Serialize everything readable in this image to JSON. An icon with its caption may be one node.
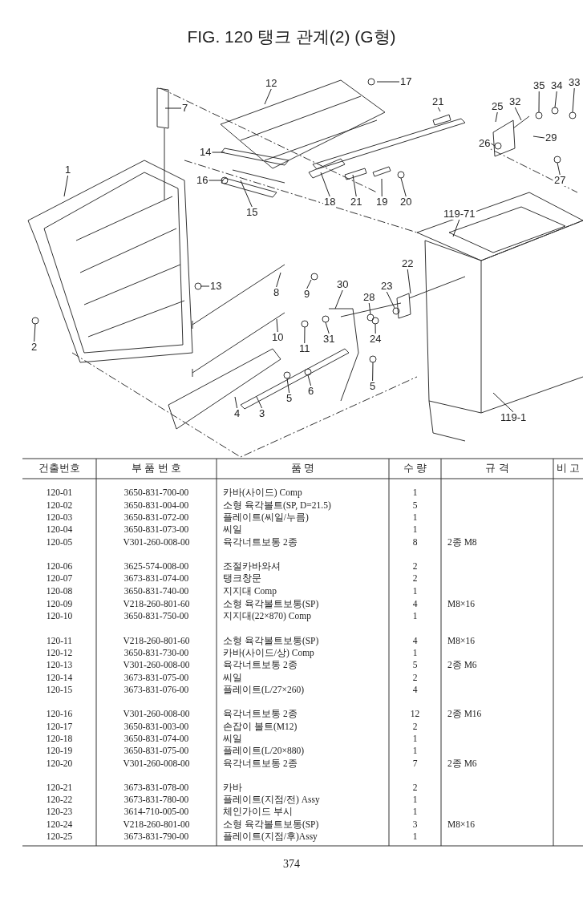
{
  "diagram": {
    "title": "FIG. 120 탱크 관계(2) (G형)",
    "nodes": [
      {
        "text": [
          "7"
        ]
      },
      {
        "text": [
          "12"
        ]
      },
      {
        "text": [
          "17"
        ]
      },
      {
        "text": [
          "21"
        ]
      },
      {
        "text": [
          "33"
        ]
      },
      {
        "text": [
          "34"
        ]
      },
      {
        "text": [
          "35"
        ]
      },
      {
        "text": [
          "25"
        ]
      },
      {
        "text": [
          "32"
        ]
      },
      {
        "text": [
          "26"
        ]
      },
      {
        "text": [
          "29"
        ]
      },
      {
        "text": [
          "1"
        ]
      },
      {
        "text": [
          "14"
        ]
      },
      {
        "text": [
          "16"
        ]
      },
      {
        "text": [
          "15"
        ]
      },
      {
        "text": [
          "18"
        ]
      },
      {
        "text": [
          "21"
        ]
      },
      {
        "text": [
          "19"
        ]
      },
      {
        "text": [
          "20"
        ]
      },
      {
        "text": [
          "27"
        ]
      },
      {
        "text": [
          "119-71"
        ]
      },
      {
        "text": [
          "22"
        ]
      },
      {
        "text": [
          "13"
        ]
      },
      {
        "text": [
          "8"
        ]
      },
      {
        "text": [
          "30"
        ]
      },
      {
        "text": [
          "9"
        ]
      },
      {
        "text": [
          "28"
        ]
      },
      {
        "text": [
          "23"
        ]
      },
      {
        "text": [
          "2"
        ]
      },
      {
        "text": [
          "10"
        ]
      },
      {
        "text": [
          "31"
        ]
      },
      {
        "text": [
          "11"
        ]
      },
      {
        "text": [
          "24"
        ]
      },
      {
        "text": [
          "5"
        ]
      },
      {
        "text": [
          "6"
        ]
      },
      {
        "text": [
          "5"
        ]
      },
      {
        "text": [
          "4"
        ]
      },
      {
        "text": [
          "3"
        ]
      },
      {
        "text": [
          "119-1"
        ]
      }
    ],
    "edges": [
      {
        "from": 0,
        "to": null,
        "arrow": "none"
      },
      {
        "from": 1,
        "to": null,
        "arrow": "none"
      },
      {
        "from": 2,
        "to": null,
        "arrow": "none"
      },
      {
        "from": 3,
        "to": null,
        "arrow": "none"
      },
      {
        "from": 4,
        "to": null,
        "arrow": "none"
      },
      {
        "from": 5,
        "to": null,
        "arrow": "none"
      },
      {
        "from": 6,
        "to": null,
        "arrow": "none"
      },
      {
        "from": 7,
        "to": null,
        "arrow": "none"
      },
      {
        "from": 8,
        "to": null,
        "arrow": "none"
      },
      {
        "from": 9,
        "to": null,
        "arrow": "none"
      },
      {
        "from": 10,
        "to": null,
        "arrow": "none"
      },
      {
        "from": 11,
        "to": null,
        "arrow": "none"
      },
      {
        "from": 12,
        "to": null,
        "arrow": "none"
      },
      {
        "from": 13,
        "to": null,
        "arrow": "none"
      },
      {
        "from": 14,
        "to": null,
        "arrow": "none"
      },
      {
        "from": 15,
        "to": null,
        "arrow": "none"
      },
      {
        "from": 16,
        "to": null,
        "arrow": "none"
      },
      {
        "from": 17,
        "to": null,
        "arrow": "none"
      },
      {
        "from": 18,
        "to": null,
        "arrow": "none"
      },
      {
        "from": 19,
        "to": null,
        "arrow": "none"
      },
      {
        "from": 20,
        "to": null,
        "arrow": "none"
      },
      {
        "from": 21,
        "to": null,
        "arrow": "none"
      },
      {
        "from": 22,
        "to": null,
        "arrow": "none"
      },
      {
        "from": 23,
        "to": null,
        "arrow": "none"
      },
      {
        "from": 24,
        "to": null,
        "arrow": "none"
      },
      {
        "from": 25,
        "to": null,
        "arrow": "none"
      },
      {
        "from": 26,
        "to": null,
        "arrow": "none"
      },
      {
        "from": 27,
        "to": null,
        "arrow": "none"
      },
      {
        "from": 28,
        "to": null,
        "arrow": "none"
      },
      {
        "from": 29,
        "to": null,
        "arrow": "none"
      },
      {
        "from": 30,
        "to": null,
        "arrow": "none"
      },
      {
        "from": 31,
        "to": null,
        "arrow": "none"
      },
      {
        "from": 32,
        "to": null,
        "arrow": "none"
      },
      {
        "from": 33,
        "to": null,
        "arrow": "none"
      },
      {
        "from": 34,
        "to": null,
        "arrow": "none"
      },
      {
        "from": 35,
        "to": null,
        "arrow": "none"
      },
      {
        "from": 36,
        "to": null,
        "arrow": "none"
      },
      {
        "from": 37,
        "to": null,
        "arrow": "none"
      },
      {
        "from": 38,
        "to": null,
        "arrow": "none"
      }
    ],
    "labels": [
      "건출번호",
      "부 품 번 호",
      "품 명",
      "수 량",
      "규 격",
      "비 고",
      "120-01",
      "3650-831-700-00",
      "카바(사이드) Comp",
      "1",
      "120-02",
      "3650-831-004-00",
      "소형 육각볼트(SP, D=21.5)",
      "5",
      "120-03",
      "3650-831-072-00",
      "플레이트(씨일/누름)",
      "1",
      "120-04",
      "3650-831-073-00",
      "씨일",
      "1",
      "120-05",
      "V301-260-008-00",
      "육각너트보통 2종",
      "8",
      "2종 M8",
      "120-06",
      "3625-574-008-00",
      "조절카바와셔",
      "2",
      "120-07",
      "3673-831-074-00",
      "탱크창문",
      "2",
      "120-08",
      "3650-831-740-00",
      "지지대 Comp",
      "1",
      "120-09",
      "V218-260-801-60",
      "소형 육각볼트보통(SP)",
      "4",
      "M8×16",
      "120-10",
      "3650-831-750-00",
      "지지대(22×870) Comp",
      "1",
      "120-11",
      "V218-260-801-60",
      "소형 육각볼트보통(SP)",
      "4",
      "M8×16",
      "120-12",
      "3650-831-730-00",
      "카바(사이드/상) Comp",
      "1",
      "120-13",
      "V301-260-008-00",
      "육각너트보통 2종",
      "5",
      "2종 M6",
      "120-14",
      "3673-831-075-00",
      "씨일",
      "2",
      "120-15",
      "3673-831-076-00",
      "플레이트(L/27×260)",
      "4",
      "120-16",
      "V301-260-008-00",
      "육각너트보통 2종",
      "12",
      "2종 M16",
      "120-17",
      "3650-831-003-00",
      "손잡이 볼트(M12)",
      "2",
      "120-18",
      "3650-831-074-00",
      "씨일",
      "1",
      "120-19",
      "3650-831-075-00",
      "플레이트(L/20×880)",
      "1",
      "120-20",
      "V301-260-008-00",
      "육각너트보통 2종",
      "7",
      "2종 M6",
      "120-21",
      "3673-831-078-00",
      "카바",
      "2",
      "120-22",
      "3673-831-780-00",
      "플레이트(지점/전) Assy",
      "1",
      "120-23",
      "3614-710-005-00",
      "체인가이드 부시",
      "1",
      "120-24",
      "V218-260-801-00",
      "소형 육각볼트보통(SP)",
      "3",
      "M8×16",
      "120-25",
      "3673-831-790-00",
      "플레이트(지점/후)Assy",
      "1",
      "374"
    ]
  }
}
